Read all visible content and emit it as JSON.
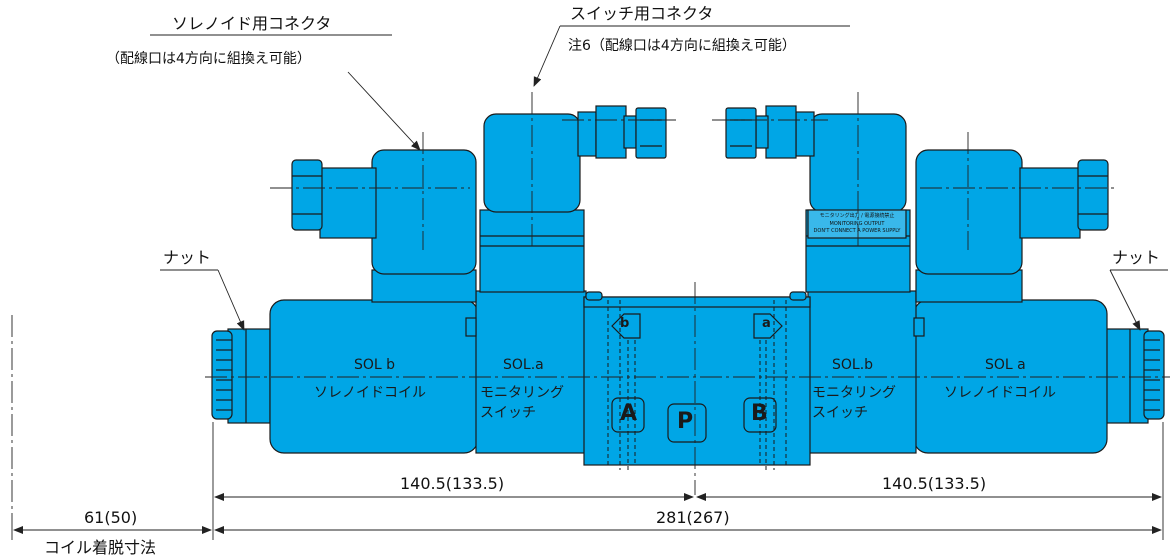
{
  "colors": {
    "body": "#00A6E6",
    "outline": "#1a1a1a",
    "line": "#222222"
  },
  "callouts": {
    "solenoid_connector": {
      "title": "ソレノイド用コネクタ",
      "note": "（配線口は4方向に組換え可能）"
    },
    "switch_connector": {
      "title": "スイッチ用コネクタ",
      "note": "注6（配線口は4方向に組換え可能）"
    },
    "nut_left": "ナット",
    "nut_right": "ナット"
  },
  "body_labels": {
    "left_coil": {
      "title": "SOL b",
      "subtitle": "ソレノイドコイル"
    },
    "left_switch": {
      "title": "SOL.a",
      "line1": "モニタリング",
      "line2": "スイッチ"
    },
    "right_switch": {
      "title": "SOL.b",
      "line1": "モニタリング",
      "line2": "スイッチ"
    },
    "right_coil": {
      "title": "SOL  a",
      "subtitle": "ソレノイドコイル"
    }
  },
  "plate": {
    "line1": "モニタリング出力 / 電源接続禁止",
    "line2": "MONITORING OUTPUT",
    "line3": "DON'T CONNECT A POWER SUPPLY"
  },
  "ports": {
    "a_symbol": "a",
    "b_symbol": "b",
    "A": "A",
    "P": "P",
    "B": "B"
  },
  "dimensions": {
    "left_half": "140.5(133.5)",
    "right_half": "140.5(133.5)",
    "overall": "281(267)",
    "coil_removal": "61(50)",
    "coil_removal_caption": "コイル着脱寸法"
  }
}
